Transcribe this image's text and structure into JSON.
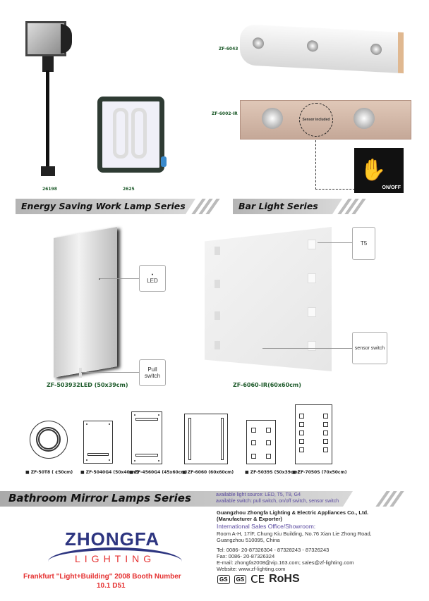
{
  "work_lamps": {
    "items": [
      {
        "model": "26198"
      },
      {
        "model": "2625"
      }
    ],
    "banner": "Energy Saving Work Lamp Series"
  },
  "bar_lights": {
    "items": [
      {
        "model": "ZF-6043"
      },
      {
        "model": "ZF-6002-IR",
        "sensor_label": "Sensor included"
      }
    ],
    "onoff_label": "ON/OFF",
    "banner": "Bar Light Series"
  },
  "mirrors": {
    "left": {
      "model": "ZF-503932LED  (50x39cm)",
      "callout_led": "LED",
      "callout_pull": "Pull switch"
    },
    "right": {
      "model": "ZF-6060-IR(60x60cm)",
      "callout_t5": "T5",
      "callout_sensor": "sensor switch"
    }
  },
  "diagrams": [
    {
      "label": "■ ZF-50T8  ( ¢50cm)"
    },
    {
      "label": "■ ZF-5040G4 (50x40cm)"
    },
    {
      "label": "■ ZF-4560G4 (45x60cm)"
    },
    {
      "label": "■ ZF-6060 (60x60cm)"
    },
    {
      "label": "■ ZF-5039S (50x39cm)"
    },
    {
      "label": "■ ZF-7050S (70x50cm)"
    }
  ],
  "bathroom": {
    "banner": "Bathroom Mirror Lamps Series",
    "light_source": "available light source: LED, T5, T8, G4",
    "switch": "available switch: pull switch, on/off switch, sensor switch"
  },
  "company": {
    "name": "Guangzhou Zhongfa Lighting & Electric Appliances Co., Ltd.",
    "role": "(Manufacturer & Exporter)",
    "office_title": "International Sales Office/Showroom:",
    "address1": "Room A-H, 17/F, Chung Kiu Building, No.76 Xian Lie Zhong Road,",
    "address2": "Guangzhou 510095, China",
    "tel": "Tel:  0086- 20-87326304 - 87328243 - 87326243",
    "fax": "Fax: 0086- 20-87326324",
    "email": "E-mail: zhongfa2008@vip.163.com;    sales@zf-lighting.com",
    "website": "Website: www.zf-lighting.com",
    "certs": [
      "GS",
      "GS",
      "CE",
      "RoHS"
    ]
  },
  "logo": {
    "brand": "ZHONGFA",
    "sub": "LIGHTING"
  },
  "fair": {
    "line1": "Frankfurt  \"Light+Building\"  2008 Booth Number",
    "line2": "10.1  D51"
  },
  "colors": {
    "green": "#1d5a2a",
    "navy": "#2d3580",
    "red": "#e53030",
    "purple": "#5a4aa0"
  }
}
